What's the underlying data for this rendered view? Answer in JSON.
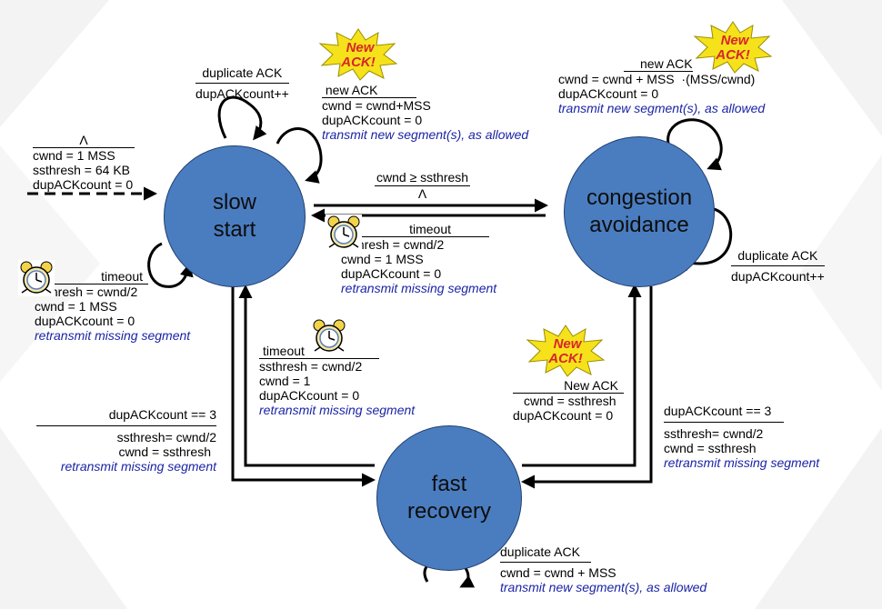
{
  "states": {
    "slow_start": {
      "line1": "slow",
      "line2": "start"
    },
    "congestion_avoidance": {
      "line1": "congestion",
      "line2": "avoidance"
    },
    "fast_recovery": {
      "line1": "fast",
      "line2": "recovery"
    }
  },
  "badge": {
    "line1": "New",
    "line2": "ACK!"
  },
  "labels": {
    "init": {
      "event": "Λ",
      "a1": "cwnd = 1 MSS",
      "a2": "ssthresh = 64 KB",
      "a3": "dupACKcount = 0"
    },
    "ss_dup": {
      "event": "duplicate ACK",
      "a1": "dupACKcount++"
    },
    "ss_new": {
      "event": "new ACK",
      "a1": "cwnd = cwnd+MSS",
      "a2": "dupACKcount = 0",
      "a3": "transmit new segment(s), as allowed"
    },
    "ss_to_ca": {
      "event": "cwnd ≥ ssthresh",
      "a1": "Λ"
    },
    "ca_timeout": {
      "event": "timeout",
      "a1": "ssthresh = cwnd/2",
      "a2": "cwnd = 1 MSS",
      "a3": "dupACKcount = 0",
      "a4": "retransmit missing segment"
    },
    "ss_timeout": {
      "event": "timeout",
      "a1": "ssthresh = cwnd/2",
      "a2": "cwnd = 1 MSS",
      "a3": "dupACKcount = 0",
      "a4": "retransmit missing segment"
    },
    "ca_new": {
      "event": "new ACK",
      "a1a": "cwnd = cwnd + MSS",
      "a1b": "·(MSS/cwnd)",
      "a2": "dupACKcount = 0",
      "a3": "transmit new segment(s), as allowed"
    },
    "ca_dup": {
      "event": "duplicate ACK",
      "a1": "dupACKcount++"
    },
    "fr_timeout": {
      "event": "timeout",
      "a1": "ssthresh = cwnd/2",
      "a2": "cwnd = 1",
      "a3": "dupACKcount = 0",
      "a4": "retransmit missing segment"
    },
    "ss_to_fr": {
      "event": "dupACKcount == 3",
      "a1": "ssthresh= cwnd/2",
      "a2": "cwnd = ssthresh",
      "a3": "retransmit missing segment"
    },
    "fr_new": {
      "event": "New ACK",
      "a1": "cwnd = ssthresh",
      "a2": "dupACKcount = 0"
    },
    "ca_to_fr": {
      "event": "dupACKcount == 3",
      "a1": "ssthresh= cwnd/2",
      "a2": "cwnd = ssthresh",
      "a3": "retransmit missing segment"
    },
    "fr_dup": {
      "event": "duplicate ACK",
      "a1": "cwnd = cwnd + MSS",
      "a2": "transmit new segment(s), as allowed"
    }
  },
  "colors": {
    "state_fill": "#4a7dc0",
    "action_text": "#1a24a6",
    "badge_fill": "#f5e21b",
    "badge_text": "#d8262a"
  }
}
